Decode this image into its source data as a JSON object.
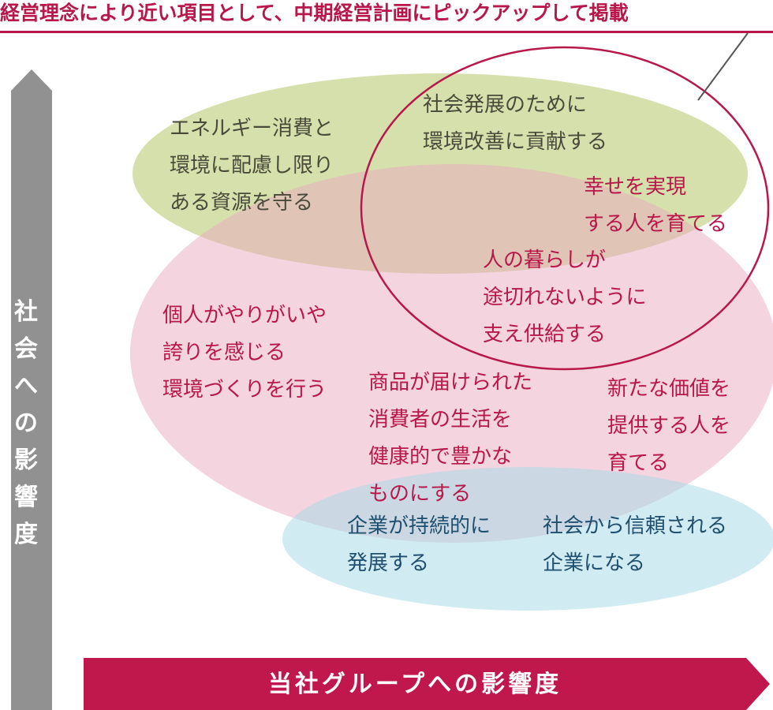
{
  "header": {
    "title": "経営理念により近い項目として、中期経営計画にピックアップして掲載"
  },
  "axes": {
    "y_label": "社会への影響度",
    "x_label": "当社グループへの影響度"
  },
  "groups": {
    "green": {
      "color": "#d4dea8",
      "items": [
        {
          "lines": [
            "エネルギー消費と",
            "環境に配慮し限り",
            "ある資源を守る"
          ]
        },
        {
          "lines": [
            "社会発展のために",
            "環境改善に貢献する"
          ]
        }
      ]
    },
    "pink": {
      "color": "#eaaabf",
      "items": [
        {
          "lines": [
            "幸せを実現",
            "する人を育てる"
          ]
        },
        {
          "lines": [
            "人の暮らしが",
            "途切れないように",
            "支え供給する"
          ]
        },
        {
          "lines": [
            "個人がやりがいや",
            "誇りを感じる",
            "環境づくりを行う"
          ]
        },
        {
          "lines": [
            "商品が届けられた",
            "消費者の生活を",
            "健康的で豊かな",
            "ものにする"
          ]
        },
        {
          "lines": [
            "新たな価値を",
            "提供する人を",
            "育てる"
          ]
        }
      ]
    },
    "blue": {
      "color": "#a9dbe6",
      "items": [
        {
          "lines": [
            "企業が持続的に",
            "発展する"
          ]
        },
        {
          "lines": [
            "社会から信頼される",
            "企業になる"
          ]
        }
      ]
    }
  },
  "highlight": {
    "color": "#b8174a"
  }
}
